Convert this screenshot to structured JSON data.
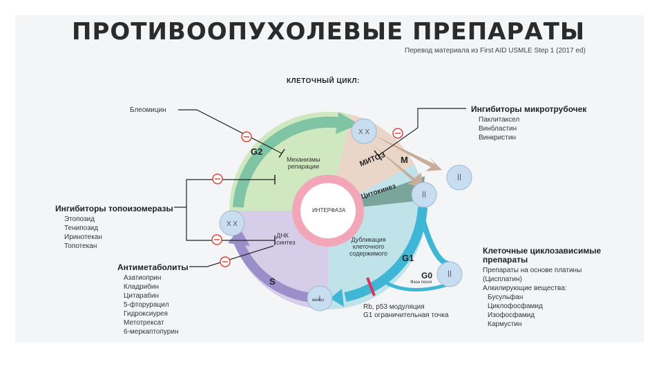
{
  "header": {
    "title": "ПРОТИВООПУХОЛЕВЫЕ ПРЕПАРАТЫ",
    "subtitle": "Перевод материала из First AID USMLE Step 1 (2017 ed)"
  },
  "diagram": {
    "cycle_title": "КЛЕТОЧНЫЙ ЦИКЛ:",
    "center_label": "ИНТЕРФАЗА",
    "phases": {
      "g2": "G2",
      "s": "S",
      "g1": "G1",
      "g0": "G0",
      "m": "M",
      "mitosis": "МИТОЗ",
      "cytokinesis": "Цитокинез"
    },
    "regions": {
      "repair": "Механизмы\nрепарации",
      "dna": "ДНК\nсинтез",
      "duplication": "Дубликация\nклеточного\nсодержимого",
      "rest": "Фаза покоя",
      "cell_label": "мейоз"
    },
    "checkpoint": {
      "line1": "Rb, p53 модуляция",
      "line2": "G1 ограничительная точка"
    }
  },
  "drugs": {
    "bleomycin": "Блеомицин",
    "microtubule": {
      "heading": "Ингибиторы микротрубочек",
      "items": [
        "Паклитаксел",
        "Винбластин",
        "Винкристин"
      ]
    },
    "topoisomerase": {
      "heading": "Ингибиторы топоизомеразы",
      "items": [
        "Этопозид",
        "Тенипозид",
        "Иринотекан",
        "Топотекан"
      ]
    },
    "antimetabolites": {
      "heading": "Антиметаболиты",
      "items": [
        "Азатиоприн",
        "Кладрибин",
        "Цитарабин",
        "5-фторурацил",
        "Гидроксиурея",
        "Метотрексат",
        "6-меркаптопурин"
      ]
    },
    "cycle_dependent": {
      "heading_line1": "Клеточные циклозависимые",
      "heading_line2": "препараты",
      "items": [
        "Препараты на основе платины",
        "(Цисплатин)",
        "Алкилирующие вещества:",
        "Бусульфан",
        "Циклофосфамид",
        "Изофосфамид",
        "Кармустин"
      ]
    }
  },
  "colors": {
    "g2_arc": "#7fc4a4",
    "s_arc": "#9a8fc8",
    "g1_arc": "#3fb6d6",
    "m_arrow": "#c8ab98",
    "inhibitor_mark": "#e0463c",
    "checkpoint": "#e0305a"
  }
}
